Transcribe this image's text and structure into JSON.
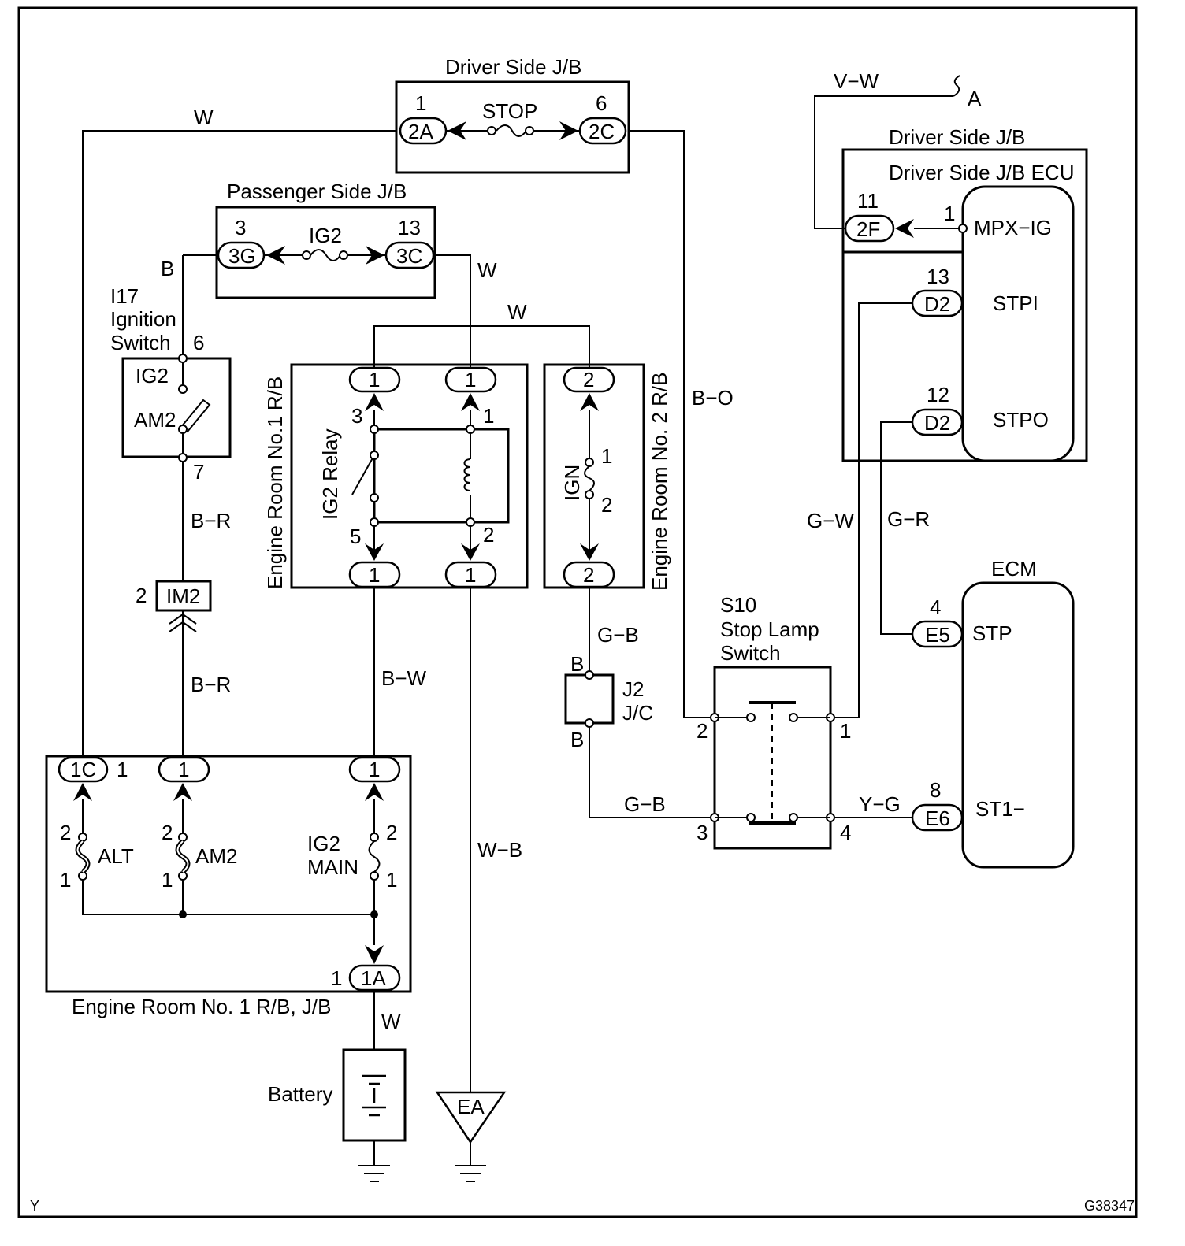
{
  "labels": {
    "driver_jb_top": "Driver Side J/B",
    "stop_fuse": "STOP",
    "pass_jb": "Passenger Side J/B",
    "ig2_fuse": "IG2",
    "driver_jb_right": "Driver Side J/B",
    "driver_jb_ecu": "Driver Side J/B ECU",
    "mpx_ig": "MPX−IG",
    "stpi": "STPI",
    "stpo": "STPO",
    "ecm": "ECM",
    "stp": "STP",
    "st1": "ST1−",
    "point_a": "A",
    "ign_sw_id": "I17",
    "ign_sw_name1": "Ignition",
    "ign_sw_name2": "Switch",
    "ig2_term": "IG2",
    "am2_term": "AM2",
    "im2": "IM2",
    "er1_rb": "Engine Room No.1 R/B",
    "ig2_relay": "IG2 Relay",
    "er2_rb": "Engine Room No. 2 R/B",
    "ign_fuse": "IGN",
    "s10_id": "S10",
    "s10_name1": "Stop Lamp",
    "s10_name2": "Switch",
    "j2": "J2",
    "jc": "J/C",
    "alt": "ALT",
    "am2_fuse": "AM2",
    "ig2_main1": "IG2",
    "ig2_main2": "MAIN",
    "er1_jb": "Engine Room No. 1 R/B, J/B",
    "battery": "Battery",
    "ground_ea": "EA",
    "corner_y": "Y",
    "fig_code": "G38347"
  },
  "connectors": {
    "c2A": "2A",
    "c2C": "2C",
    "c3G": "3G",
    "c3C": "3C",
    "c2F": "2F",
    "d2a": "D2",
    "d2b": "D2",
    "e5": "E5",
    "e6": "E6",
    "c1C": "1C",
    "c1A": "1A",
    "one": "1",
    "two": "2"
  },
  "pins": {
    "p1": "1",
    "p2": "2",
    "p3": "3",
    "p4": "4",
    "p5": "5",
    "p6": "6",
    "p7": "7",
    "p8": "8",
    "p11": "11",
    "p12": "12",
    "p13": "13",
    "pB": "B"
  },
  "wires": {
    "W": "W",
    "B": "B",
    "B_R": "B−R",
    "B_W": "B−W",
    "W_B": "W−B",
    "B_O": "B−O",
    "G_B": "G−B",
    "G_W": "G−W",
    "G_R": "G−R",
    "Y_G": "Y−G",
    "V_W": "V−W"
  }
}
